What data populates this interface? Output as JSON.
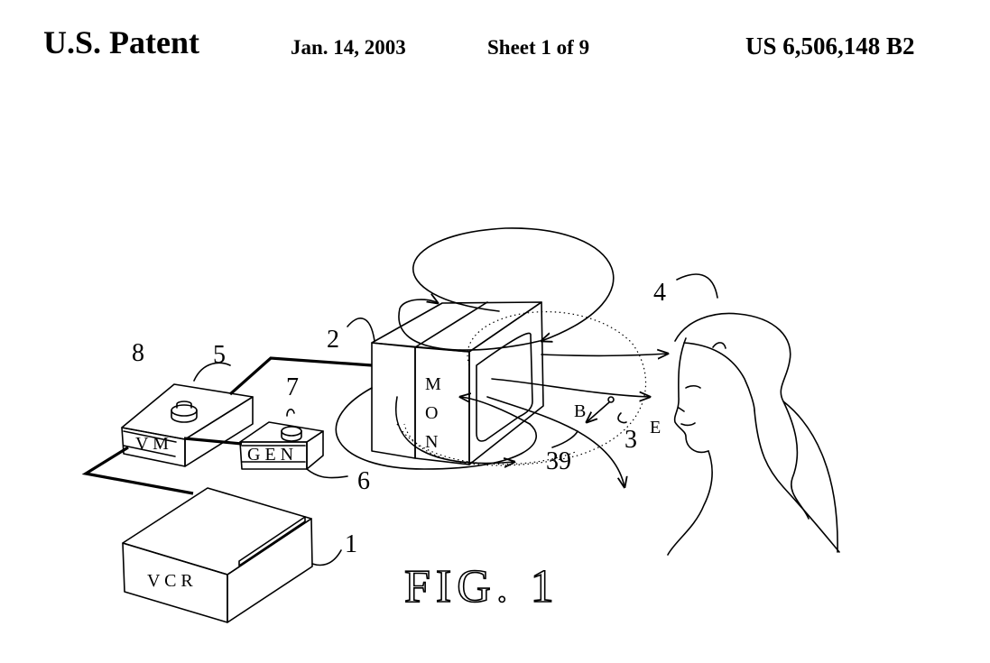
{
  "header": {
    "title": "U.S. Patent",
    "date": "Jan. 14, 2003",
    "sheet": "Sheet 1 of 9",
    "patent_number": "US 6,506,148 B2"
  },
  "figure": {
    "caption": "FIG. 1",
    "box_labels": {
      "vcr": "V C R",
      "vm": "V M",
      "gen": "G E N",
      "mon_1": "M",
      "mon_2": "O",
      "mon_3": "N"
    },
    "reference_numerals": {
      "n1": "1",
      "n2": "2",
      "n3": "3",
      "n4": "4",
      "n5": "5",
      "n6": "6",
      "n7": "7",
      "n8": "8",
      "n39": "39",
      "b": "B",
      "e": "E"
    }
  }
}
